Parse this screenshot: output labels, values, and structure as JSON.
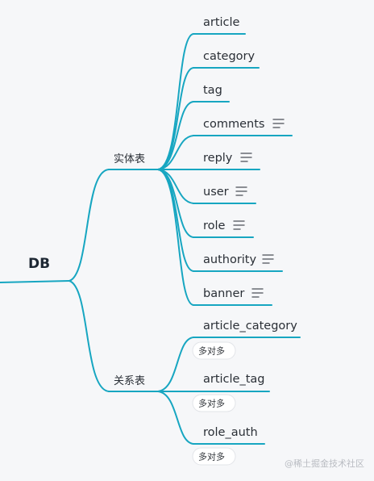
{
  "root": {
    "label": "DB"
  },
  "branches": [
    {
      "label": "实体表",
      "children": [
        {
          "label": "article",
          "note": false
        },
        {
          "label": "category",
          "note": false
        },
        {
          "label": "tag",
          "note": false
        },
        {
          "label": "comments",
          "note": true
        },
        {
          "label": "reply",
          "note": true
        },
        {
          "label": "user",
          "note": true
        },
        {
          "label": "role",
          "note": true
        },
        {
          "label": "authority",
          "note": true
        },
        {
          "label": "banner",
          "note": true
        }
      ]
    },
    {
      "label": "关系表",
      "children": [
        {
          "label": "article_category",
          "tag": "多对多"
        },
        {
          "label": "article_tag",
          "tag": "多对多"
        },
        {
          "label": "role_auth",
          "tag": "多对多"
        }
      ]
    }
  ],
  "watermark": "@稀土掘金技术社区",
  "colors": {
    "edge": "#17a6c1",
    "background": "#f6f7f9"
  },
  "icons": {
    "note": "note-lines-icon"
  }
}
